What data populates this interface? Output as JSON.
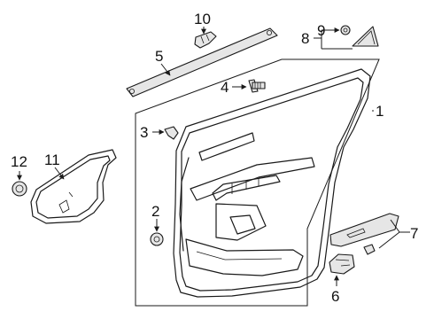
{
  "callouts": {
    "c1": "1",
    "c2": "2",
    "c3": "3",
    "c4": "4",
    "c5": "5",
    "c6": "6",
    "c7": "7",
    "c8": "8",
    "c9": "9",
    "c10": "10",
    "c11": "11",
    "c12": "12"
  },
  "colors": {
    "line": "#1a1a1a",
    "part_fill": "#e6e6e6",
    "background": "#ffffff"
  }
}
